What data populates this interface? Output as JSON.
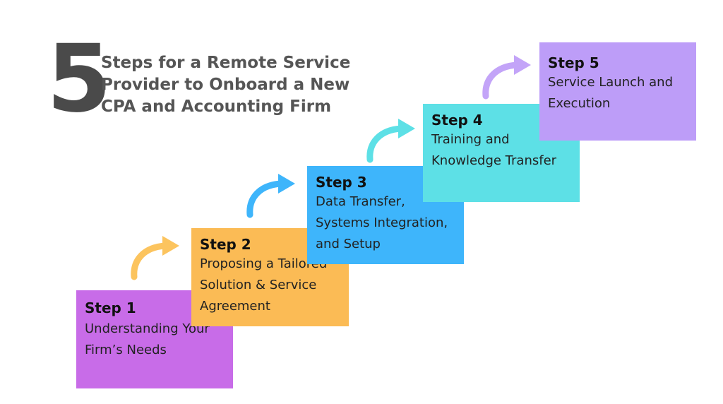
{
  "header": {
    "number": "5",
    "title": "Steps for a Remote Service Provider to Onboard a New CPA and Accounting Firm"
  },
  "steps": [
    {
      "label": "Step 1",
      "description": "Understanding Your Firm’s Needs",
      "color": "#c86ce8"
    },
    {
      "label": "Step 2",
      "description": "Proposing a Tailored Solution & Service Agreement",
      "color": "#fbbb55"
    },
    {
      "label": "Step 3",
      "description": "Data Transfer, Systems Integration, and Setup",
      "color": "#3eb5fb"
    },
    {
      "label": "Step 4",
      "description": "Training and Knowledge Transfer",
      "color": "#5de0e6"
    },
    {
      "label": "Step 5",
      "description": "Service Launch and Execution",
      "color": "#bd9df8"
    }
  ],
  "arrows": [
    {
      "icon": "curved-arrow-icon",
      "color": "#fcc45e"
    },
    {
      "icon": "curved-arrow-icon",
      "color": "#3eb5fb"
    },
    {
      "icon": "curved-arrow-icon",
      "color": "#5de0e6"
    },
    {
      "icon": "curved-arrow-icon",
      "color": "#c3a4f8"
    }
  ]
}
